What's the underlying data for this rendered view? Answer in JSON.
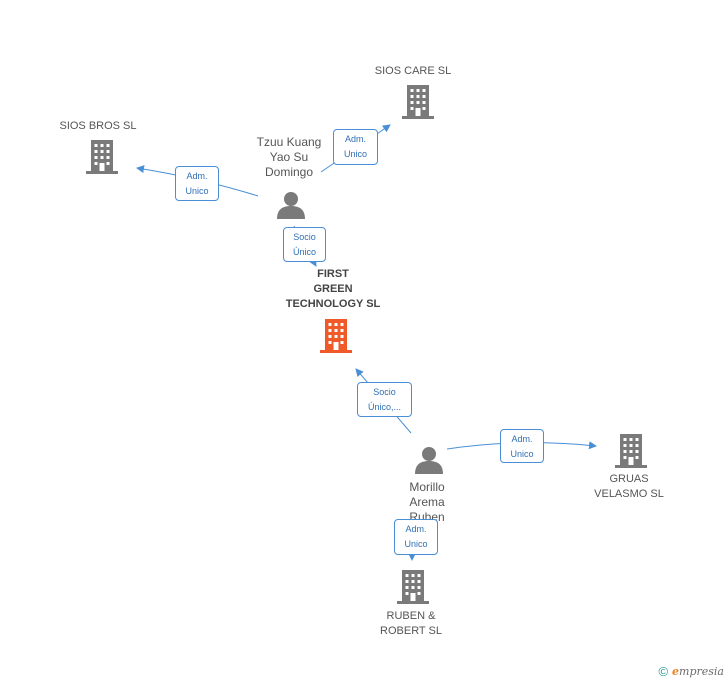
{
  "nodes": {
    "sios_care": {
      "label": "SIOS CARE SL",
      "type": "company"
    },
    "sios_bros": {
      "label": "SIOS BROS  SL",
      "type": "company"
    },
    "tzuu": {
      "label": "Tzuu Kuang\nYao Su\nDomingo",
      "type": "person"
    },
    "first_green": {
      "label": "FIRST\nGREEN\nTECHNOLOGY SL",
      "type": "company",
      "highlight": true
    },
    "morillo": {
      "label": "Morillo\nArema\nRuben",
      "type": "person"
    },
    "gruas": {
      "label": "GRUAS\nVELASMO SL",
      "type": "company"
    },
    "ruben_robert": {
      "label": "RUBEN &\nROBERT SL",
      "type": "company"
    }
  },
  "edges": {
    "e1": {
      "label": "Adm.\nUnico"
    },
    "e2": {
      "label": "Adm.\nUnico"
    },
    "e3": {
      "label": "Socio\nÚnico"
    },
    "e4": {
      "label": "Socio\nÚnico,..."
    },
    "e5": {
      "label": "Adm.\nUnico"
    },
    "e6": {
      "label": "Adm.\nUnico"
    }
  },
  "footer": {
    "copyright": "©",
    "brand_first": "e",
    "brand_rest": "mpresia"
  },
  "colors": {
    "edge": "#4a8fd6",
    "icon": "#7a7a7a",
    "highlight": "#f05a28"
  },
  "icons": {
    "company": "building-icon",
    "person": "person-icon"
  }
}
